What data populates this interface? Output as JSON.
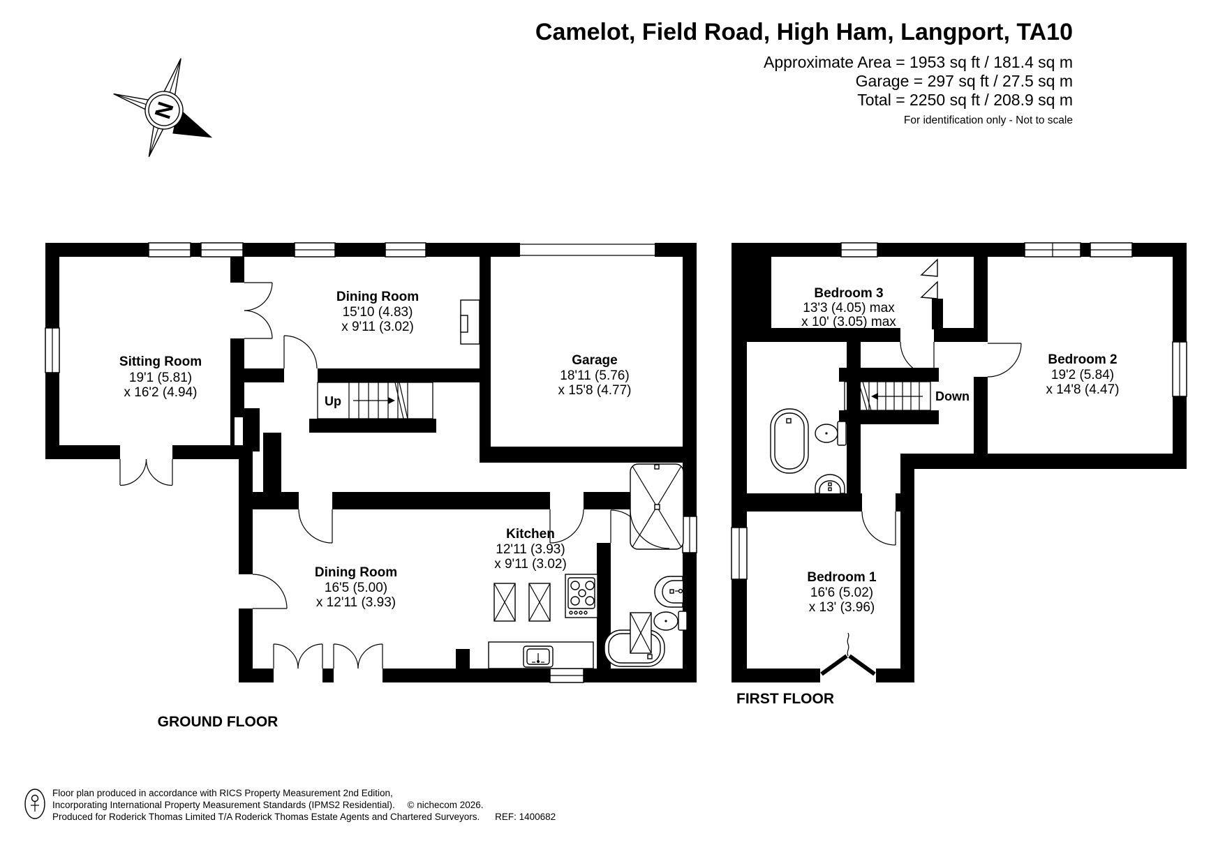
{
  "header": {
    "title": "Camelot, Field Road, High Ham, Langport, TA10",
    "approx_area": "Approximate Area = 1953 sq ft / 181.4 sq m",
    "garage_area": "Garage = 297 sq ft / 27.5 sq m",
    "total_area": "Total = 2250 sq ft / 208.9 sq m",
    "disclaimer": "For identification only - Not to scale"
  },
  "compass": {
    "north_label": "N"
  },
  "ground_floor": {
    "label": "GROUND FLOOR",
    "stair_label": "Up",
    "rooms": {
      "sitting_room": {
        "name": "Sitting Room",
        "dim1": "19'1 (5.81)",
        "dim2": "x 16'2 (4.94)"
      },
      "dining_room_front": {
        "name": "Dining Room",
        "dim1": "15'10 (4.83)",
        "dim2": "x 9'11 (3.02)"
      },
      "garage": {
        "name": "Garage",
        "dim1": "18'11 (5.76)",
        "dim2": "x 15'8 (4.77)"
      },
      "dining_room_rear": {
        "name": "Dining Room",
        "dim1": "16'5 (5.00)",
        "dim2": "x 12'11 (3.93)"
      },
      "kitchen": {
        "name": "Kitchen",
        "dim1": "12'11 (3.93)",
        "dim2": "x 9'11 (3.02)"
      }
    }
  },
  "first_floor": {
    "label": "FIRST FLOOR",
    "stair_label": "Down",
    "rooms": {
      "bedroom_3": {
        "name": "Bedroom 3",
        "dim1": "13'3 (4.05) max",
        "dim2": "x 10' (3.05) max"
      },
      "bedroom_2": {
        "name": "Bedroom 2",
        "dim1": "19'2 (5.84)",
        "dim2": "x 14'8 (4.47)"
      },
      "bedroom_1": {
        "name": "Bedroom 1",
        "dim1": "16'6 (5.02)",
        "dim2": "x 13' (3.96)"
      }
    }
  },
  "footer": {
    "line1": "Floor plan produced in accordance with RICS Property Measurement 2nd Edition,",
    "line2": "Incorporating International Property Measurement Standards (IPMS2 Residential).",
    "copyright": "© nichecom 2026.",
    "line3": "Produced for Roderick Thomas Limited T/A Roderick Thomas Estate Agents and Chartered Surveyors.",
    "ref": "REF: 1400682"
  },
  "colors": {
    "wall": "#000000",
    "background": "#ffffff"
  }
}
